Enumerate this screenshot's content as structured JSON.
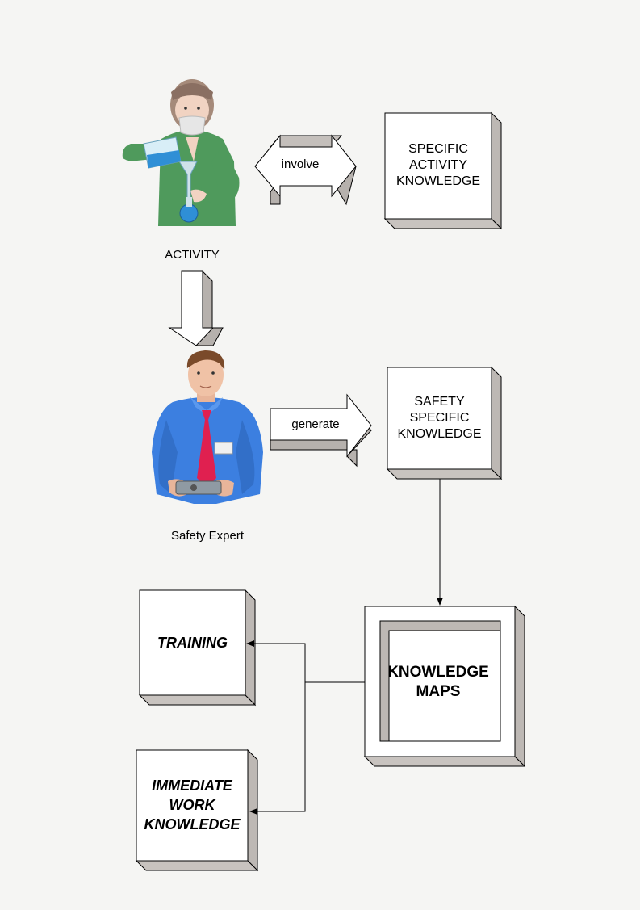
{
  "nodes": {
    "activity": {
      "label": "ACTIVITY",
      "icon": "lab-worker-pouring-icon"
    },
    "safety_expert": {
      "label": "Safety Expert",
      "icon": "businessman-icon"
    },
    "specific_activity_knowledge": {
      "lines": [
        "SPECIFIC",
        "ACTIVITY",
        "KNOWLEDGE"
      ]
    },
    "safety_specific_knowledge": {
      "lines": [
        "SAFETY",
        "SPECIFIC",
        "KNOWLEDGE"
      ]
    },
    "knowledge_maps": {
      "lines": [
        "KNOWLEDGE",
        "MAPS"
      ]
    },
    "training": {
      "lines": [
        "TRAINING"
      ]
    },
    "immediate_work_knowledge": {
      "lines": [
        "IMMEDIATE",
        "WORK",
        "KNOWLEDGE"
      ]
    }
  },
  "edges": [
    {
      "from": "activity",
      "to": "specific_activity_knowledge",
      "label": "involve",
      "style": "double-block-arrow"
    },
    {
      "from": "activity",
      "to": "safety_expert",
      "label": "",
      "style": "block-arrow-down"
    },
    {
      "from": "safety_expert",
      "to": "safety_specific_knowledge",
      "label": "generate",
      "style": "block-arrow-right"
    },
    {
      "from": "safety_specific_knowledge",
      "to": "knowledge_maps",
      "label": "",
      "style": "thin-arrow"
    },
    {
      "from": "knowledge_maps",
      "to": "training",
      "label": "",
      "style": "thin-arrow"
    },
    {
      "from": "knowledge_maps",
      "to": "immediate_work_knowledge",
      "label": "",
      "style": "thin-arrow"
    }
  ],
  "colors": {
    "background": "#f5f5f3",
    "box_face": "#ffffff",
    "box_shadow": "#bdb8b4",
    "box_outline": "#000000",
    "scrub_green": "#4f9a5c",
    "shirt_blue": "#3c7fe0",
    "tie_red": "#e02050"
  }
}
